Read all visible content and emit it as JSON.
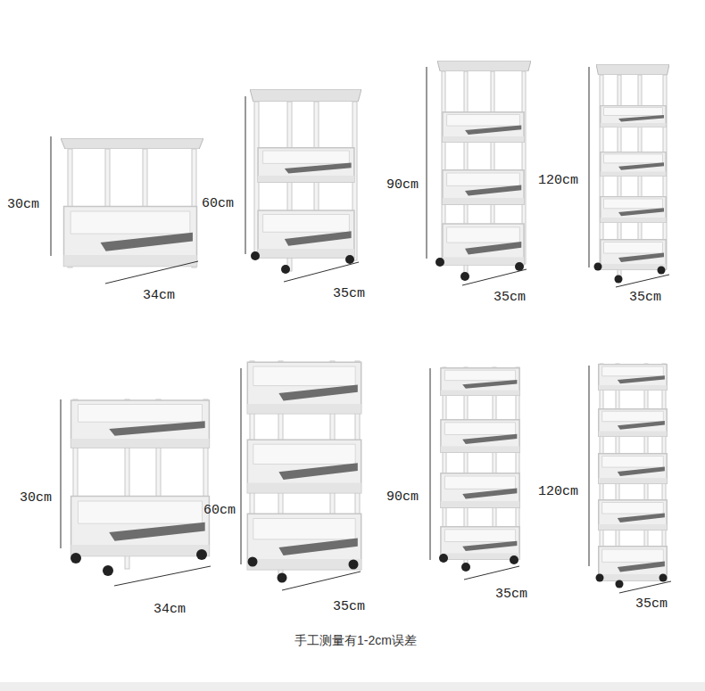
{
  "diagram": {
    "labels": [
      "30cm",
      "34cm",
      "60cm",
      "35cm",
      "90cm",
      "35cm",
      "120cm",
      "35cm",
      "30cm",
      "34cm",
      "60cm",
      "35cm",
      "90cm",
      "35cm",
      "120cm",
      "35cm"
    ],
    "caption": "手工测量有1-2cm误差"
  }
}
